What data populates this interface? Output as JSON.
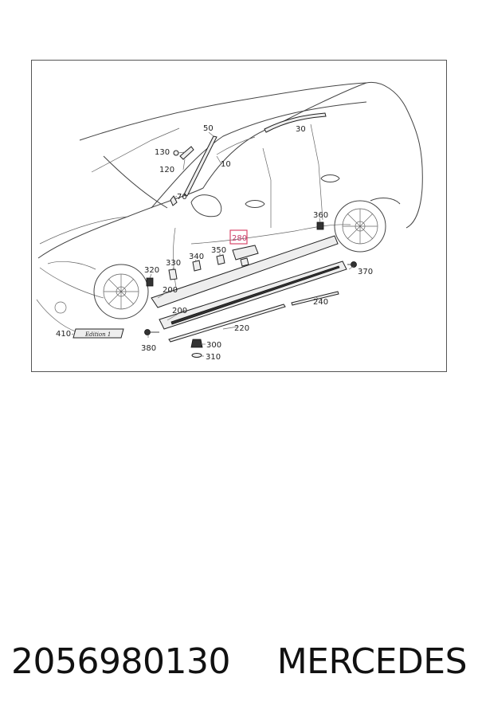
{
  "diagram": {
    "labels": {
      "p10": "10",
      "p30": "30",
      "p50": "50",
      "p70": "70",
      "p120": "120",
      "p130": "130",
      "p200a": "200",
      "p200b": "200",
      "p220": "220",
      "p240": "240",
      "p280": "280",
      "p300": "300",
      "p310": "310",
      "p320": "320",
      "p330": "330",
      "p340": "340",
      "p350": "350",
      "p360": "360",
      "p370": "370",
      "p380": "380",
      "p410": "410"
    },
    "badge_text": "Edition 1",
    "highlight_color": "#d9486a"
  },
  "caption": {
    "part_number": "2056980130",
    "brand": "MERCEDES"
  }
}
